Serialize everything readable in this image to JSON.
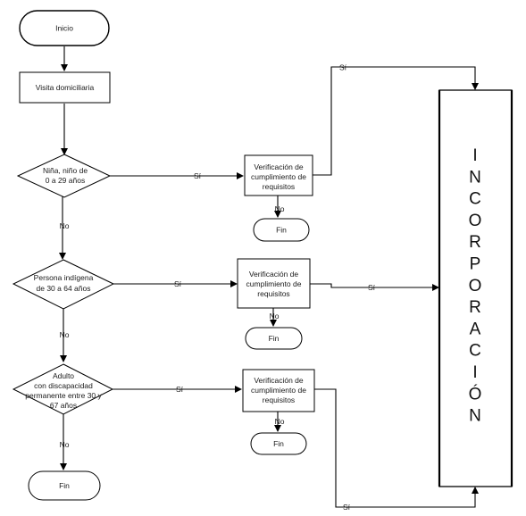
{
  "flowchart": {
    "start": "Inicio",
    "home_visit": "Visita domiciliaria",
    "decisions": [
      [
        "Niña, niño de",
        "0 a 29 años"
      ],
      [
        "Persona indígena",
        "de 30 a 64 años"
      ],
      [
        "Adulto",
        "con discapacidad",
        "permanente entre 30 y",
        "67 años"
      ]
    ],
    "verification": [
      "Verificación de",
      "cumplimiento de",
      "requisitos"
    ],
    "yes": "Sí",
    "no": "No",
    "end": "Fin",
    "incorporation_letters": [
      "I",
      "N",
      "C",
      "O",
      "R",
      "P",
      "O",
      "R",
      "A",
      "C",
      "I",
      "Ó",
      "N"
    ]
  }
}
